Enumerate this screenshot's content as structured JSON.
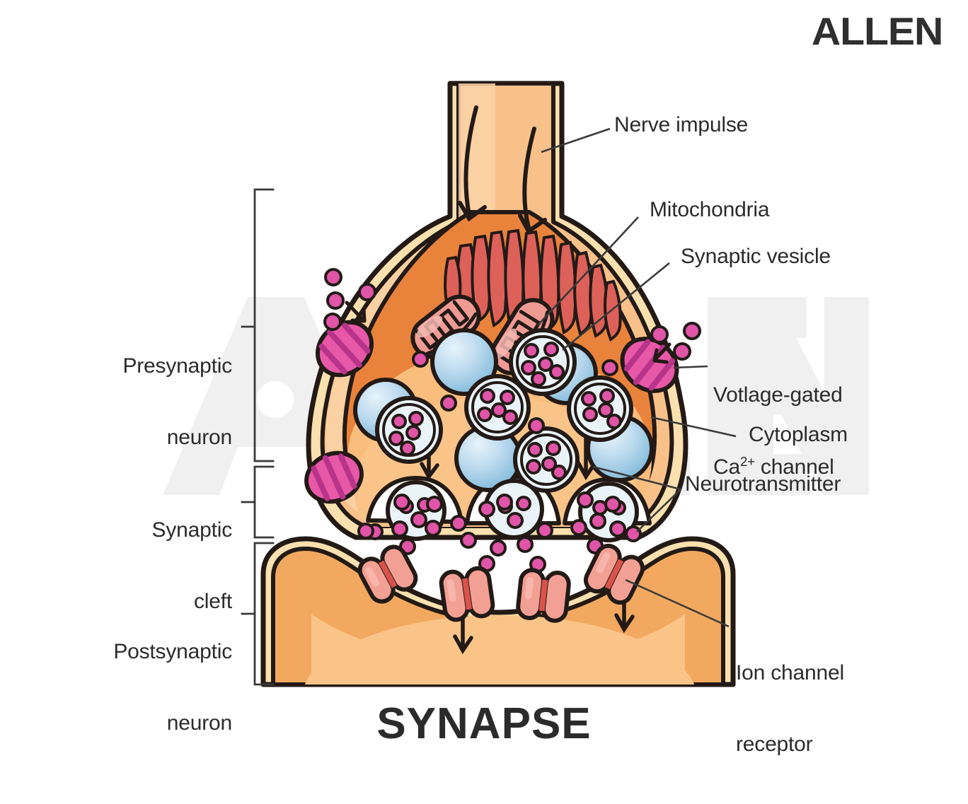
{
  "brand": {
    "logo_text": "ALLEN",
    "watermark_text": "ALLEN"
  },
  "title": "SYNAPSE",
  "labels": {
    "nerve_impulse": "Nerve impulse",
    "mitochondria": "Mitochondria",
    "synaptic_vesicle": "Synaptic vesicle",
    "voltage_gated_line1": "Votlage-gated",
    "voltage_gated_line2_pre": "Ca",
    "voltage_gated_line2_sup": "2+",
    "voltage_gated_line2_post": " channel",
    "cytoplasm": "Cytoplasm",
    "neurotransmitter": "Neurotransmitter",
    "ion_channel_line1": "Ion channel",
    "ion_channel_line2": "receptor",
    "presynaptic_line1": "Presynaptic",
    "presynaptic_line2": "neuron",
    "synaptic_cleft_line1": "Synaptic",
    "synaptic_cleft_line2": "cleft",
    "postsynaptic_line1": "Postsynaptic",
    "postsynaptic_line2": "neuron"
  },
  "colors": {
    "outline": "#231a16",
    "membrane_cream": "#f9e0ae",
    "cytoplasm_light": "#f9bd7c",
    "cytoplasm_mid": "#f2a95f",
    "cytoplasm_dark": "#e9833c",
    "axon_fill": "#f8c18a",
    "axon_light": "#fbd2a7",
    "vesicle_blue": "#a8cfe6",
    "vesicle_blue_light": "#c8e2f1",
    "vesicle_blue_dark": "#7fb9da",
    "vesicle_white": "#eaf4f8",
    "neurotransmitter": "#e055a8",
    "calcium_channel": "#e858a8",
    "calcium_channel_stripe": "#b8348a",
    "mitochondria": "#e8837f",
    "mitochondria_light": "#f2a8a2",
    "receptor": "#ee8f85",
    "receptor_light": "#f4a79d",
    "receptor_slit": "#d9534a",
    "filament": "#d9534a",
    "text": "#2b2b2b",
    "watermark": "#f0f0f0",
    "leader": "#3a3a3a"
  },
  "counts": {
    "nerve_impulse_arrows": 2,
    "calcium_channels": 3,
    "mitochondria": 2,
    "filled_vesicles": 9,
    "plain_vesicles": 7,
    "ion_channel_receptors": 4,
    "fusion_pores": 3,
    "cleft_neurotransmitters": 30
  }
}
